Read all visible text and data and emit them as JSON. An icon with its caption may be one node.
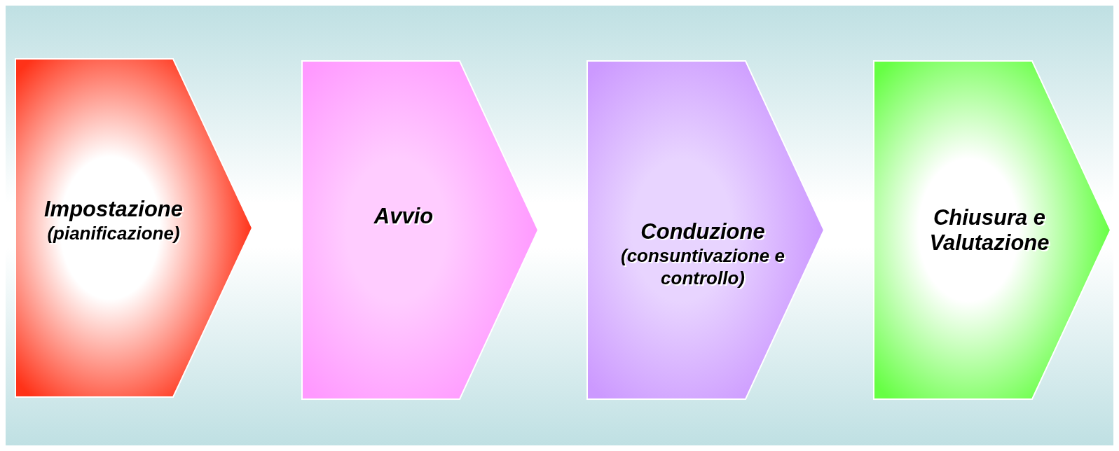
{
  "diagram": {
    "nodes": [
      {
        "text": [
          "Impostazione",
          "(pianificazione)"
        ]
      },
      {
        "text": [
          "Avvio"
        ]
      },
      {
        "text": [
          "Conduzione",
          "(consuntivazione e controllo)"
        ]
      },
      {
        "text": [
          "Chiusura e Valutazione"
        ]
      }
    ]
  }
}
